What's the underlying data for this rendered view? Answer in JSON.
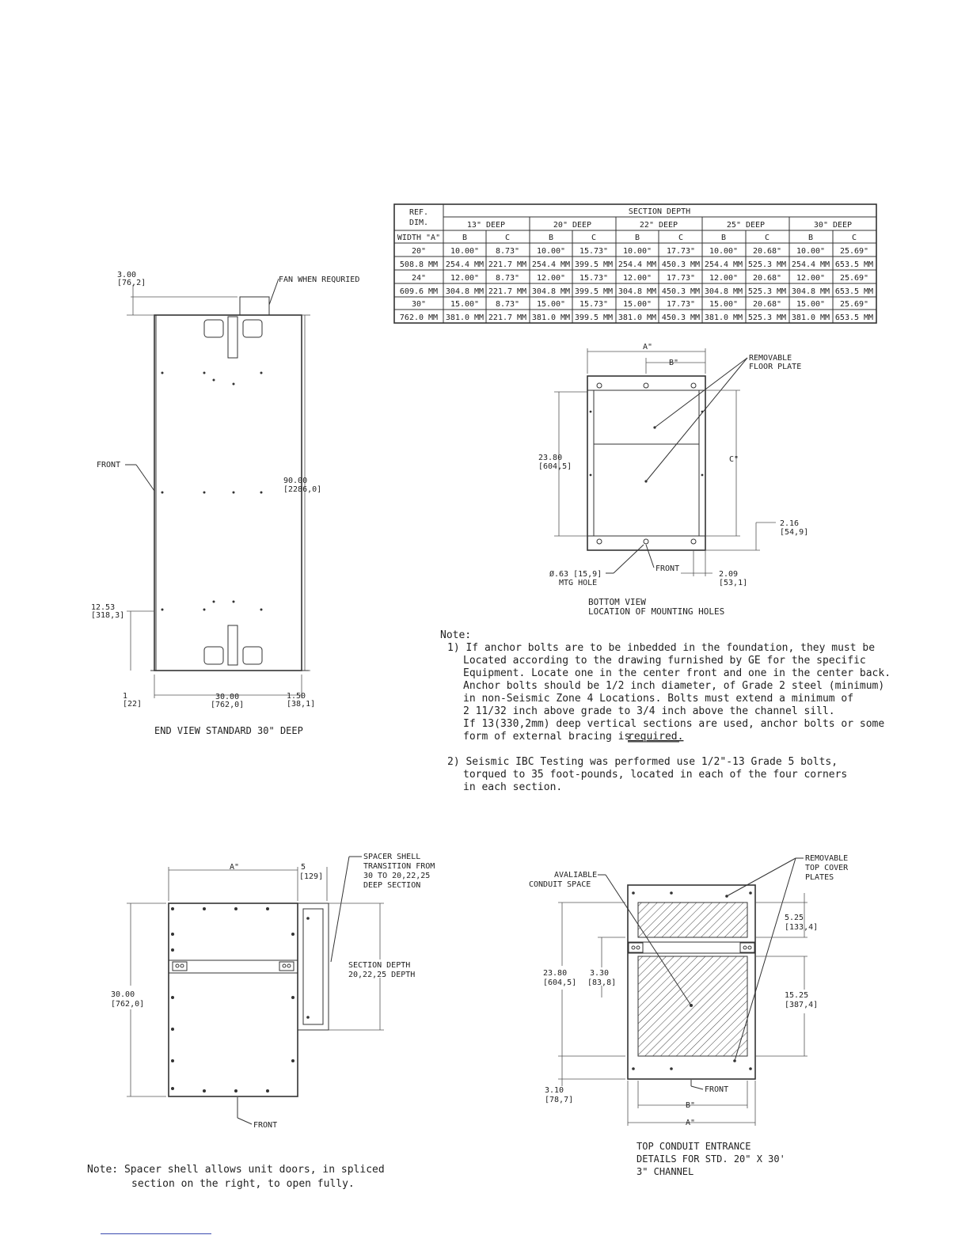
{
  "end_view": {
    "fan_label": "FAN WHEN REQURIED",
    "fan_dim": "3.00",
    "fan_dim_mm": "[76,2]",
    "front_label": "FRONT",
    "height_dim": "90.00",
    "height_dim_mm": "[2286,0]",
    "low_dim": "12.53",
    "low_dim_mm": "[318,3]",
    "bottom_left_dim": "1",
    "bottom_left_dim_mm": "[22]",
    "width_dim": "30.00",
    "width_dim_mm": "[762,0]",
    "right_dim": "1.50",
    "right_dim_mm": "[38,1]",
    "caption": "END VIEW STANDARD 30\" DEEP"
  },
  "table": {
    "ref_header_1": "REF.",
    "ref_header_2": "DIM.",
    "section_header": "SECTION DEPTH",
    "width_label": "WIDTH \"A\"",
    "depths": [
      "13\" DEEP",
      "20\" DEEP",
      "22\" DEEP",
      "25\" DEEP",
      "30\" DEEP"
    ],
    "sub_headers": [
      "B",
      "C",
      "B",
      "C",
      "B",
      "C",
      "B",
      "C",
      "B",
      "C"
    ],
    "rows": [
      [
        "20\"",
        "10.00\"",
        "8.73\"",
        "10.00\"",
        "15.73\"",
        "10.00\"",
        "17.73\"",
        "10.00\"",
        "20.68\"",
        "10.00\"",
        "25.69\""
      ],
      [
        "508.8 MM",
        "254.4 MM",
        "221.7 MM",
        "254.4 MM",
        "399.5 MM",
        "254.4 MM",
        "450.3 MM",
        "254.4 MM",
        "525.3 MM",
        "254.4 MM",
        "653.5 MM"
      ],
      [
        "24\"",
        "12.00\"",
        "8.73\"",
        "12.00\"",
        "15.73\"",
        "12.00\"",
        "17.73\"",
        "12.00\"",
        "20.68\"",
        "12.00\"",
        "25.69\""
      ],
      [
        "609.6 MM",
        "304.8 MM",
        "221.7 MM",
        "304.8 MM",
        "399.5 MM",
        "304.8 MM",
        "450.3 MM",
        "304.8 MM",
        "525.3 MM",
        "304.8 MM",
        "653.5 MM"
      ],
      [
        "30\"",
        "15.00\"",
        "8.73\"",
        "15.00\"",
        "15.73\"",
        "15.00\"",
        "17.73\"",
        "15.00\"",
        "20.68\"",
        "15.00\"",
        "25.69\""
      ],
      [
        "762.0 MM",
        "381.0 MM",
        "221.7 MM",
        "381.0 MM",
        "399.5 MM",
        "381.0 MM",
        "450.3 MM",
        "381.0 MM",
        "525.3 MM",
        "381.0 MM",
        "653.5 MM"
      ]
    ]
  },
  "bottom_view": {
    "a_label": "A\"",
    "b_label": "B\"",
    "c_label": "C\"",
    "plate_label_1": "REMOVABLE",
    "plate_label_2": "FLOOR PLATE",
    "depth_dim": "23.80",
    "depth_dim_mm": "[604,5]",
    "side_dim": "2.16",
    "side_dim_mm": "[54,9]",
    "hole_dim": "Ø.63 [15,9]",
    "hole_label": "MTG HOLE",
    "front_label": "FRONT",
    "edge_dim": "2.09",
    "edge_dim_mm": "[53,1]",
    "caption_1": "BOTTOM VIEW",
    "caption_2": "LOCATION OF MOUNTING HOLES"
  },
  "note1": {
    "heading": "Note:",
    "lines": [
      "1) If anchor bolts are to be inbedded in the foundation, they must be",
      "Located according to the drawing furnished by GE for the specific",
      "Equipment. Locate one in the center front and one in the center back.",
      "Anchor bolts should be 1/2 inch  diameter, of Grade 2 steel (minimum)",
      "in non-Seismic Zone 4 Locations. Bolts must extend a minimum of",
      "2 11/32  inch above grade to 3/4 inch above the channel sill.",
      "If 13(330,2mm) deep vertical sections are used, anchor bolts or some",
      "form of external bracing is",
      "required.",
      "2) Seismic IBC Testing was performed use 1/2\"-13 Grade 5 bolts,",
      "torqued to 35 foot-pounds, located in each of the four corners",
      "in each section."
    ]
  },
  "spacer_view": {
    "a_label": "A\"",
    "spacer_dim": "5",
    "spacer_dim_mm": "[129]",
    "shell_label": [
      "SPACER SHELL",
      "TRANSITION FROM",
      "30 TO 20,22,25",
      "DEEP SECTION"
    ],
    "depth_label": [
      "SECTION DEPTH",
      "20,22,25 DEPTH"
    ],
    "depth_dim": "30.00",
    "depth_dim_mm": "[762,0]",
    "front_label": "FRONT",
    "note_1": "Note: Spacer shell allows unit doors, in spliced",
    "note_2": "section on the right, to open fully."
  },
  "top_view": {
    "conduit_label_1": "AVALIABLE",
    "conduit_label_2": "CONDUIT SPACE",
    "plates_label": [
      "REMOVABLE",
      "TOP COVER",
      "PLATES"
    ],
    "dim_525": "5.25",
    "dim_525_mm": "[133,4]",
    "dim_2380": "23.80",
    "dim_2380_mm": "[604,5]",
    "dim_330": "3.30",
    "dim_330_mm": "[83,8]",
    "dim_1525": "15.25",
    "dim_1525_mm": "[387,4]",
    "dim_310": "3.10",
    "dim_310_mm": "[78,7]",
    "front_label": "FRONT",
    "b_label": "B\"",
    "a_label": "A\"",
    "caption_1": "TOP CONDUIT ENTRANCE",
    "caption_2": "DETAILS FOR STD. 20\" X 30'",
    "caption_3": "3\" CHANNEL"
  }
}
